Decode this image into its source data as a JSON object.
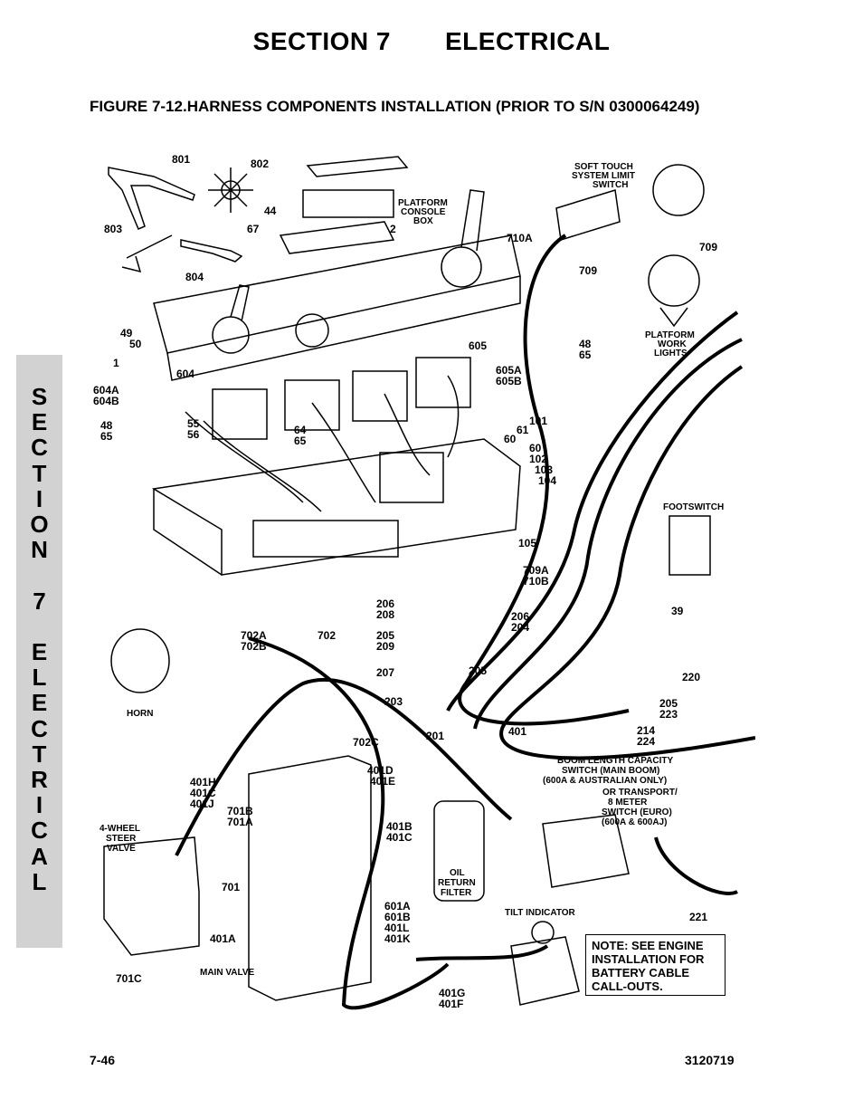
{
  "header": {
    "section": "SECTION 7",
    "title": "ELECTRICAL"
  },
  "figure_title": "FIGURE 7-12.HARNESS COMPONENTS INSTALLATION (PRIOR TO S/N 0300064249)",
  "side_tab": {
    "letters": [
      "S",
      "E",
      "C",
      "T",
      "I",
      "O",
      "N",
      "",
      "7",
      "",
      "E",
      "L",
      "E",
      "C",
      "T",
      "R",
      "I",
      "C",
      "A",
      "L"
    ]
  },
  "labels": {
    "l801": "801",
    "l802": "802",
    "l803": "803",
    "l804": "804",
    "l44": "44",
    "l67": "67",
    "l2": "2",
    "console1": "PLATFORM",
    "console2": "CONSOLE",
    "console3": "BOX",
    "soft1": "SOFT TOUCH",
    "soft2": "SYSTEM LIMIT",
    "soft3": "SWITCH",
    "l710A": "710A",
    "l709a": "709",
    "l709b": "709",
    "lights1": "PLATFORM",
    "lights2": "WORK",
    "lights3": "LIGHTS",
    "l49": "49",
    "l50": "50",
    "l1": "1",
    "l604": "604",
    "l604A": "604A",
    "l604B": "604B",
    "l48a": "48",
    "l65a": "65",
    "l55": "55",
    "l56": "56",
    "l64": "64",
    "l65b": "65",
    "l605": "605",
    "l48b": "48",
    "l65c": "65",
    "l605A": "605A",
    "l605B": "605B",
    "l101": "101",
    "l61": "61",
    "l60a": "60",
    "l60b": "60",
    "l102": "102",
    "l103": "103",
    "l104": "104",
    "footswitch": "FOOTSWITCH",
    "l105": "105",
    "l709A": "709A",
    "l710B": "710B",
    "l39": "39",
    "l206a": "206",
    "l208": "208",
    "l206b": "206",
    "l204": "204",
    "l205a": "205",
    "l209": "209",
    "l207": "207",
    "l205b": "205",
    "l203": "203",
    "l201": "201",
    "l401": "401",
    "l702A": "702A",
    "l702B": "702B",
    "l702": "702",
    "l702C": "702C",
    "horn": "HORN",
    "l220": "220",
    "l205c": "205",
    "l223": "223",
    "l214": "214",
    "l224": "224",
    "boom1": "BOOM LENGTH CAPACITY",
    "boom2": "SWITCH (MAIN BOOM)",
    "boom3": "(600A & AUSTRALIAN ONLY)",
    "boom4": "OR TRANSPORT/",
    "boom5": "8 METER",
    "boom6": "SWITCH (EURO)",
    "boom7": "(600A & 600AJ)",
    "l401D": "401D",
    "l401E": "401E",
    "l401H": "401H",
    "l401C": "401C",
    "l401J": "401J",
    "l701B": "701B",
    "l701A": "701A",
    "wheel1": "4-WHEEL",
    "wheel2": "STEER",
    "wheel3": "VALVE",
    "l701": "701",
    "l401B": "401B",
    "l401C2": "401C",
    "oil1": "OIL",
    "oil2": "RETURN",
    "oil3": "FILTER",
    "l221": "221",
    "tilt": "TILT INDICATOR",
    "l601A": "601A",
    "l601B": "601B",
    "l401L": "401L",
    "l401K": "401K",
    "l401A": "401A",
    "mainvalve": "MAIN VALVE",
    "l701C": "701C",
    "l401G": "401G",
    "l401F": "401F"
  },
  "note": [
    "NOTE: SEE ENGINE",
    "INSTALLATION FOR",
    "BATTERY CABLE",
    "CALL-OUTS."
  ],
  "footer": {
    "page": "7-46",
    "doc_number": "3120719"
  }
}
